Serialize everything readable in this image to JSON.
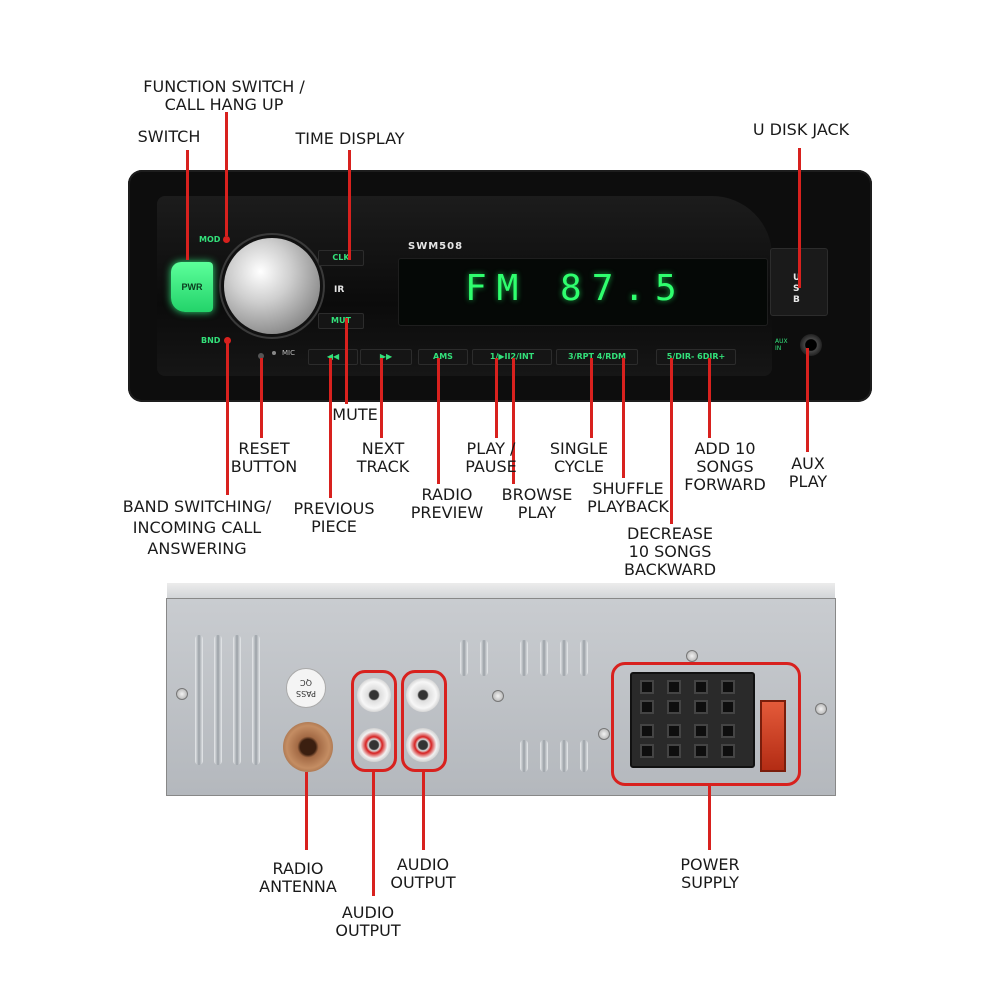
{
  "device": {
    "model": "SWM508",
    "display": "FM 87.5",
    "front_buttons": {
      "mod": "MOD",
      "pwr": "PWR",
      "bnd": "BND",
      "clk": "CLK",
      "ir": "IR",
      "mut": "MUT",
      "mic": "MIC",
      "prev": "◀◀",
      "next": "▶▶",
      "ams": "AMS",
      "play": "1/▶II2/INT",
      "rpt": "3/RPT 4/RDM",
      "dir": "5/DIR- 6DIR+",
      "aux": "AUX IN"
    },
    "usb_letters": [
      "U",
      "S",
      "B"
    ],
    "pass_sticker": [
      "PASS",
      "QC"
    ]
  },
  "labels": {
    "function_switch": [
      "FUNCTION SWITCH /",
      "CALL HANG UP"
    ],
    "switch": "SWITCH",
    "time_display": "TIME DISPLAY",
    "u_disk_jack": "U DISK JACK",
    "mute": "MUTE",
    "reset_button": [
      "RESET",
      "BUTTON"
    ],
    "next_track": [
      "NEXT",
      "TRACK"
    ],
    "play_pause": [
      "PLAY /",
      "PAUSE"
    ],
    "single_cycle": [
      "SINGLE",
      "CYCLE"
    ],
    "add_10_songs": [
      "ADD 10",
      "SONGS",
      "FORWARD"
    ],
    "aux_play": [
      "AUX",
      "PLAY"
    ],
    "band_switching": [
      "BAND SWITCHING/",
      "INCOMING CALL",
      "ANSWERING"
    ],
    "previous_piece": [
      "PREVIOUS",
      "PIECE"
    ],
    "radio_preview": [
      "RADIO",
      "PREVIEW"
    ],
    "browse_play": [
      "BROWSE",
      "PLAY"
    ],
    "shuffle_playback": [
      "SHUFFLE",
      "PLAYBACK"
    ],
    "decrease_10_songs": [
      "DECREASE",
      "10 SONGS",
      "BACKWARD"
    ],
    "radio_antenna": [
      "RADIO",
      "ANTENNA"
    ],
    "audio_output_upper": [
      "AUDIO",
      "OUTPUT"
    ],
    "audio_output_lower": [
      "AUDIO",
      "OUTPUT"
    ],
    "power_supply": [
      "POWER",
      "SUPPLY"
    ]
  },
  "colors": {
    "leader": "#d8211e",
    "panel_green": "#33e07a",
    "display_green": "#2fff6e"
  }
}
